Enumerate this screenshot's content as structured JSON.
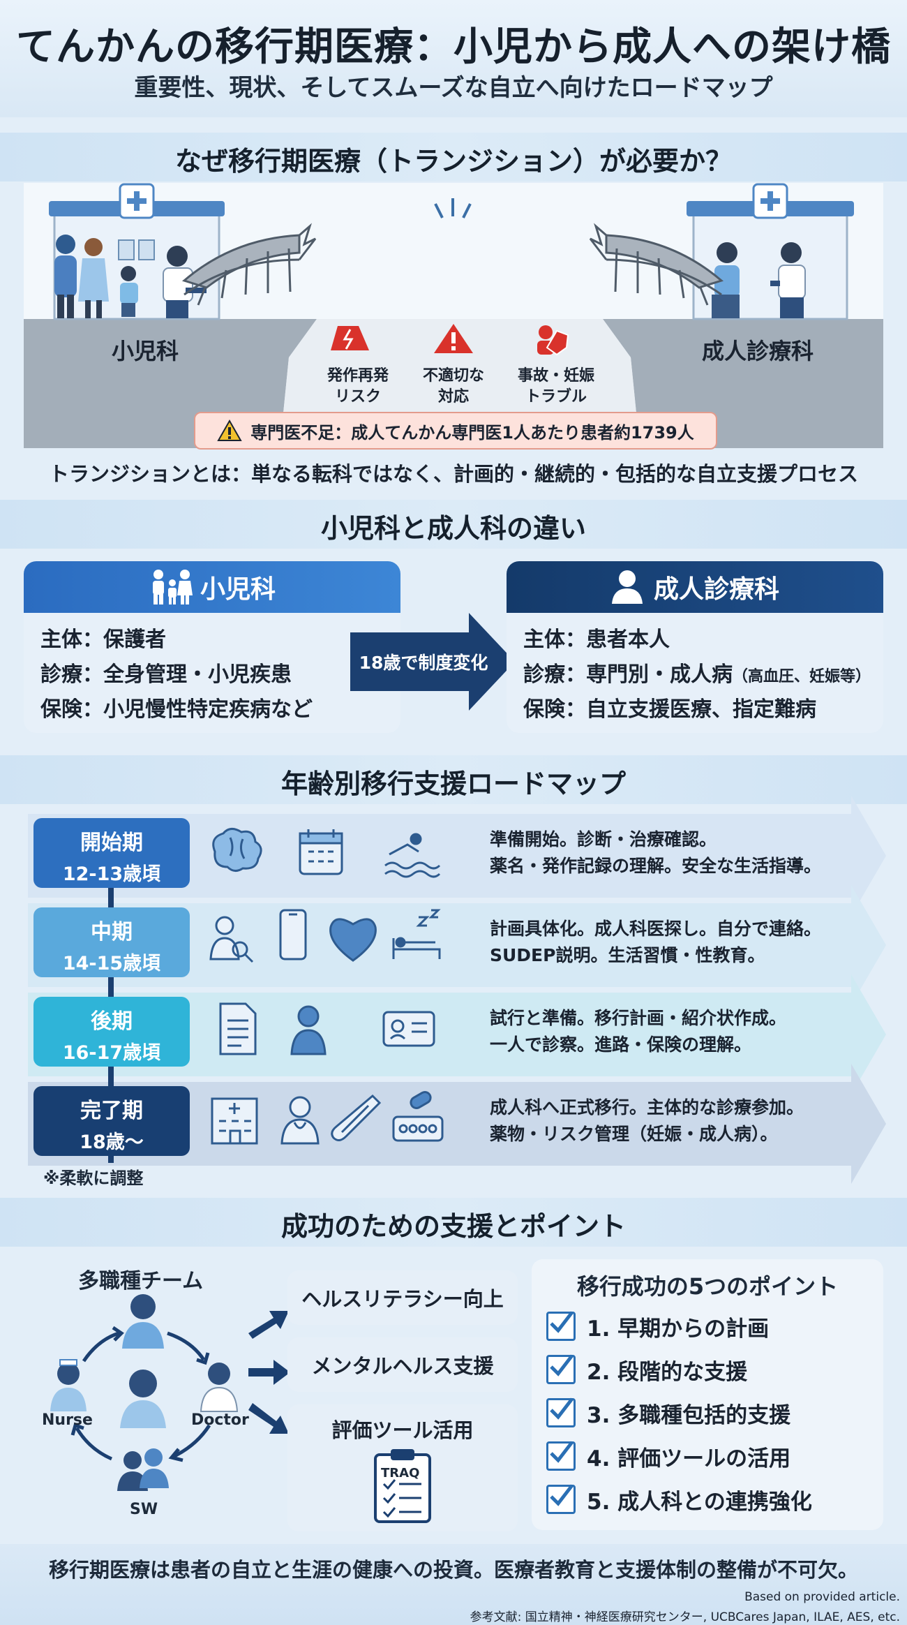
{
  "title": "てんかんの移行期医療：小児から成人への架け橋",
  "subtitle": "重要性、現状、そしてスムーズな自立へ向けたロードマップ",
  "section1": {
    "heading": "なぜ移行期医療（トランジション）が必要か？",
    "left_label": "小児科",
    "right_label": "成人診療科",
    "risks": [
      {
        "line1": "発作再発",
        "line2": "リスク",
        "icon": "lightning-warning-icon"
      },
      {
        "line1": "不適切な",
        "line2": "対応",
        "icon": "warning-triangle-icon"
      },
      {
        "line1": "事故・妊娠",
        "line2": "トラブル",
        "icon": "person-shield-icon"
      }
    ],
    "warning": "専門医不足：成人てんかん専門医1人あたり患者約1739人",
    "definition": "トランジションとは：単なる転科ではなく、計画的・継続的・包括的な自立支援プロセス"
  },
  "section2": {
    "heading": "小児科と成人科の違い",
    "pediatric": {
      "title": "小児科",
      "rows": [
        "主体：保護者",
        "診療：全身管理・小児疾患",
        "保険：小児慢性特定疾病など"
      ]
    },
    "arrow_label": "18歳で制度変化",
    "adult": {
      "title": "成人診療科",
      "rows": [
        "主体：患者本人",
        "診療：専門別・成人病",
        "保険：自立支援医療、指定難病"
      ],
      "row2_small": "（高血圧、妊娠等）"
    }
  },
  "section3": {
    "heading": "年齢別移行支援ロードマップ",
    "stages": [
      {
        "name": "開始期",
        "age": "12-13歳頃",
        "color": "#2d6fbf",
        "desc1": "準備開始。診断・治療確認。",
        "desc2": "薬名・発作記録の理解。安全な生活指導。",
        "icons": [
          "brain-icon",
          "calendar-icon",
          "swimmer-icon"
        ]
      },
      {
        "name": "中期",
        "age": "14-15歳頃",
        "color": "#5aa9dc",
        "desc1": "計画具体化。成人科医探し。自分で連絡。",
        "desc2": "SUDEP説明。生活習慣・性教育。",
        "icons": [
          "doctor-search-icon",
          "smartphone-icon",
          "heart-icon",
          "sleep-bed-icon"
        ]
      },
      {
        "name": "後期",
        "age": "16-17歳頃",
        "color": "#2fb4d8",
        "desc1": "試行と準備。移行計画・紹介状作成。",
        "desc2": "一人で診察。進路・保険の理解。",
        "icons": [
          "document-icon",
          "person-icon",
          "id-card-icon"
        ]
      },
      {
        "name": "完了期",
        "age": "18歳〜",
        "color": "#183f72",
        "desc1": "成人科へ正式移行。主体的な診療参加。",
        "desc2": "薬物・リスク管理（妊娠・成人病）。",
        "icons": [
          "hospital-icon",
          "doctor-icon",
          "thermometer-icon",
          "pill-case-icon"
        ]
      }
    ],
    "note": "※柔軟に調整"
  },
  "section4": {
    "heading": "成功のための支援とポイント",
    "team_title": "多職種チーム",
    "team_labels": {
      "nurse": "Nurse",
      "doctor": "Doctor",
      "sw": "SW"
    },
    "supports": [
      "ヘルスリテラシー向上",
      "メンタルヘルス支援",
      "評価ツール活用"
    ],
    "tool_label": "TRAQ",
    "points_title": "移行成功の5つのポイント",
    "points": [
      "1. 早期からの計画",
      "2. 段階的な支援",
      "3. 多職種包括的支援",
      "4. 評価ツールの活用",
      "5. 成人科との連携強化"
    ]
  },
  "footer": {
    "message": "移行期医療は患者の自立と生涯の健康への投資。医療者教育と支援体制の整備が不可欠。",
    "based_on": "Based on provided article.",
    "references": "参考文献: 国立精神・神経医療研究センター, UCBCares Japan, ILAE, AES, etc."
  },
  "colors": {
    "navy": "#1b3f70",
    "blue": "#2d6fbf",
    "light_blue": "#5aa9dc",
    "cyan": "#2fb4d8",
    "warning_bg": "#fde2dc",
    "risk_red": "#d9322b"
  }
}
